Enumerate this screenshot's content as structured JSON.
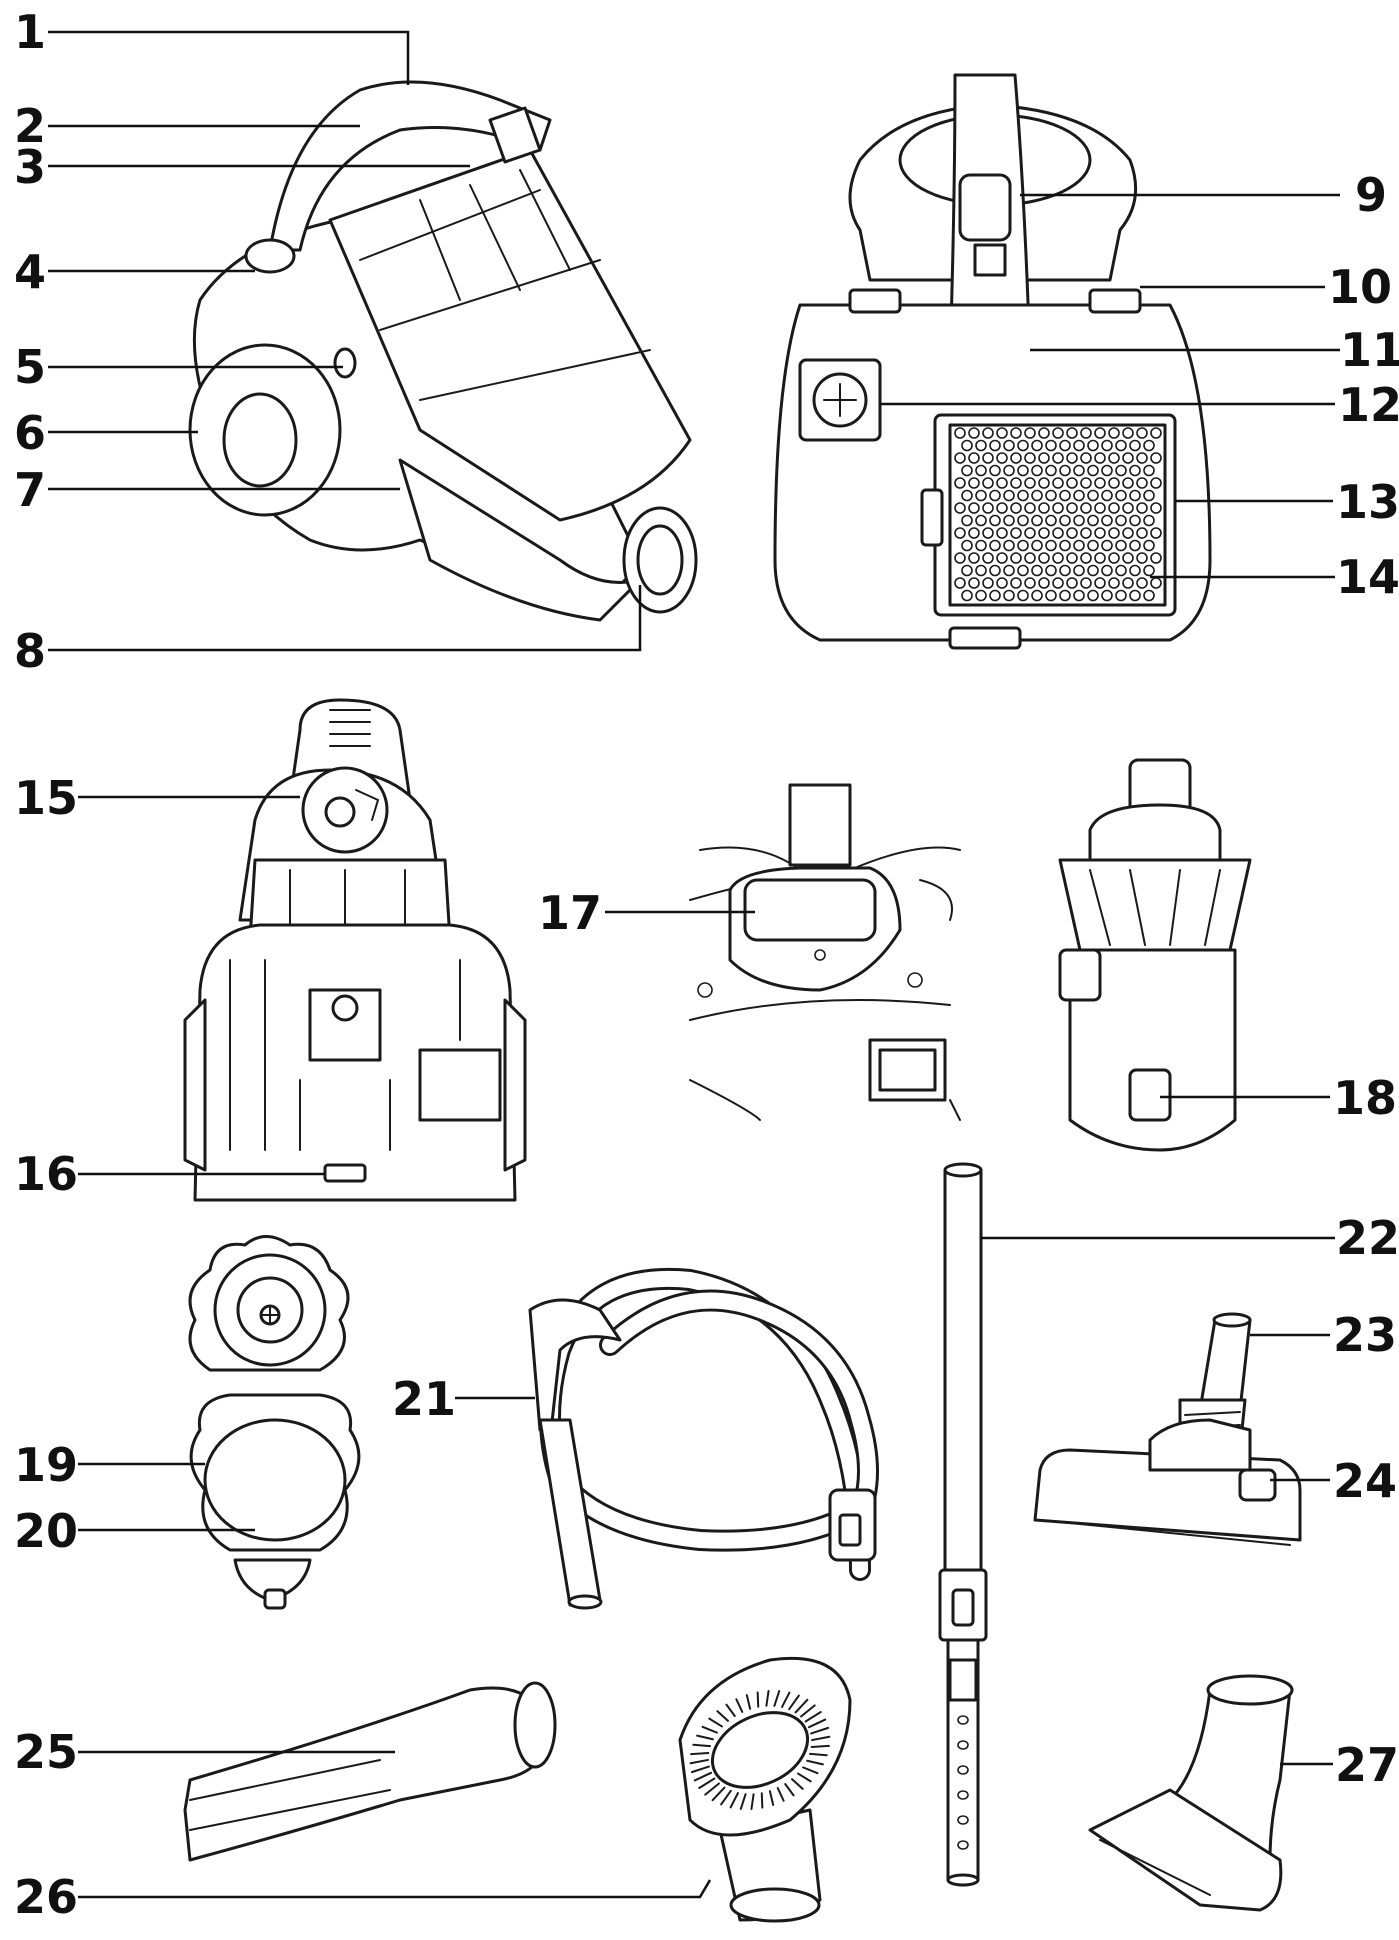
{
  "callouts": [
    {
      "id": "c1",
      "text": "1"
    },
    {
      "id": "c2",
      "text": "2"
    },
    {
      "id": "c3",
      "text": "3"
    },
    {
      "id": "c4",
      "text": "4"
    },
    {
      "id": "c5",
      "text": "5"
    },
    {
      "id": "c6",
      "text": "6"
    },
    {
      "id": "c7",
      "text": "7"
    },
    {
      "id": "c8",
      "text": "8"
    },
    {
      "id": "c9",
      "text": "9"
    },
    {
      "id": "c10",
      "text": "10"
    },
    {
      "id": "c11",
      "text": "11"
    },
    {
      "id": "c12",
      "text": "12"
    },
    {
      "id": "c13",
      "text": "13"
    },
    {
      "id": "c14",
      "text": "14"
    },
    {
      "id": "c15",
      "text": "15"
    },
    {
      "id": "c16",
      "text": "16"
    },
    {
      "id": "c17",
      "text": "17"
    },
    {
      "id": "c18",
      "text": "18"
    },
    {
      "id": "c19",
      "text": "19"
    },
    {
      "id": "c20",
      "text": "20"
    },
    {
      "id": "c21",
      "text": "21"
    },
    {
      "id": "c22",
      "text": "22"
    },
    {
      "id": "c23",
      "text": "23"
    },
    {
      "id": "c24",
      "text": "24"
    },
    {
      "id": "c25",
      "text": "25"
    },
    {
      "id": "c26",
      "text": "26"
    },
    {
      "id": "c27",
      "text": "27"
    }
  ],
  "colors": {
    "ink": "#111111",
    "background": "#ffffff"
  }
}
